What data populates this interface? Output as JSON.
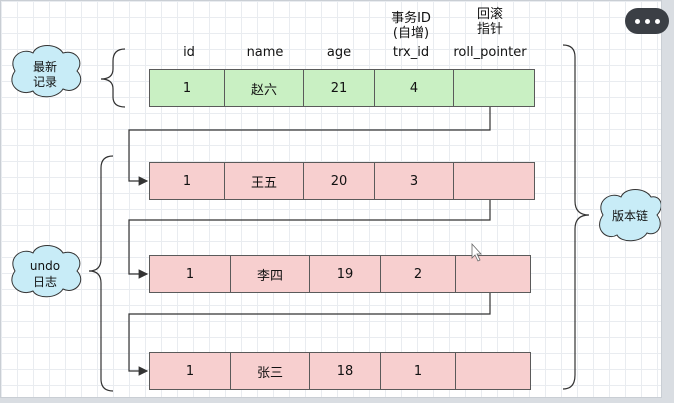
{
  "headers": {
    "id": "id",
    "name": "name",
    "age": "age",
    "trx_id_top1": "事务ID",
    "trx_id_top2": "(自增)",
    "trx_id": "trx_id",
    "roll_top1": "回滚",
    "roll_top2": "指针",
    "roll_pointer": "roll_pointer"
  },
  "labels": {
    "latest_line1": "最新",
    "latest_line2": "记录",
    "undo_line1": "undo",
    "undo_line2": "日志",
    "version_chain": "版本链"
  },
  "records": [
    {
      "id": "1",
      "name": "赵六",
      "age": "21",
      "trx_id": "4",
      "roll_pointer": ""
    },
    {
      "id": "1",
      "name": "王五",
      "age": "20",
      "trx_id": "3",
      "roll_pointer": ""
    },
    {
      "id": "1",
      "name": "李四",
      "age": "19",
      "trx_id": "2",
      "roll_pointer": ""
    },
    {
      "id": "1",
      "name": "张三",
      "age": "18",
      "trx_id": "1",
      "roll_pointer": ""
    }
  ],
  "colors": {
    "latest_fill": "#c9f0c3",
    "undo_fill": "#f7cfcf",
    "bubble_fill": "#c8ecf7",
    "line": "#333333"
  },
  "icons": {
    "menu": "more-horizontal-icon"
  }
}
